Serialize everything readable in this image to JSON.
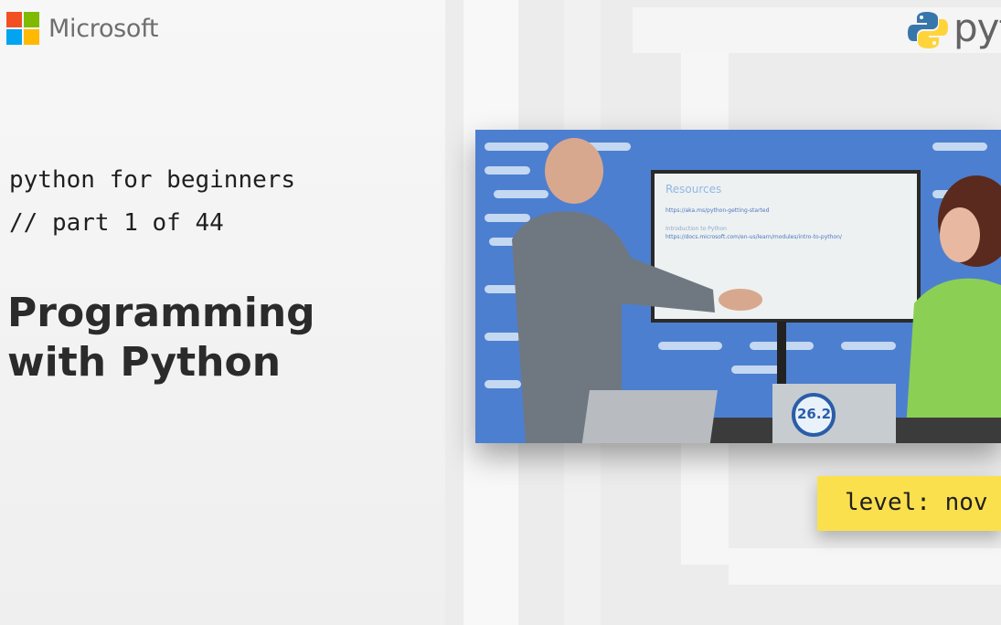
{
  "brand": {
    "microsoft_name": "Microsoft",
    "microsoft_logo_colors": [
      "#f25022",
      "#7fba00",
      "#00a4ef",
      "#ffb900"
    ],
    "python_word": "pyt",
    "python_logo_colors": [
      "#3776ab",
      "#ffd43b"
    ]
  },
  "series": {
    "subtitle_line1": "python for beginners",
    "subtitle_line2": "// part 1 of 44"
  },
  "episode": {
    "title_line1": "Programming",
    "title_line2": "with Python"
  },
  "video": {
    "screen_heading": "Resources",
    "screen_link1": "https://aka.ms/python-getting-started",
    "screen_link2_label": "Introduction to Python",
    "screen_link2": "https://docs.microsoft.com/en-us/learn/modules/intro-to-python/",
    "sticker_text": "26.2"
  },
  "badge": {
    "level_text": "level: nov",
    "color": "#fbe04d"
  }
}
